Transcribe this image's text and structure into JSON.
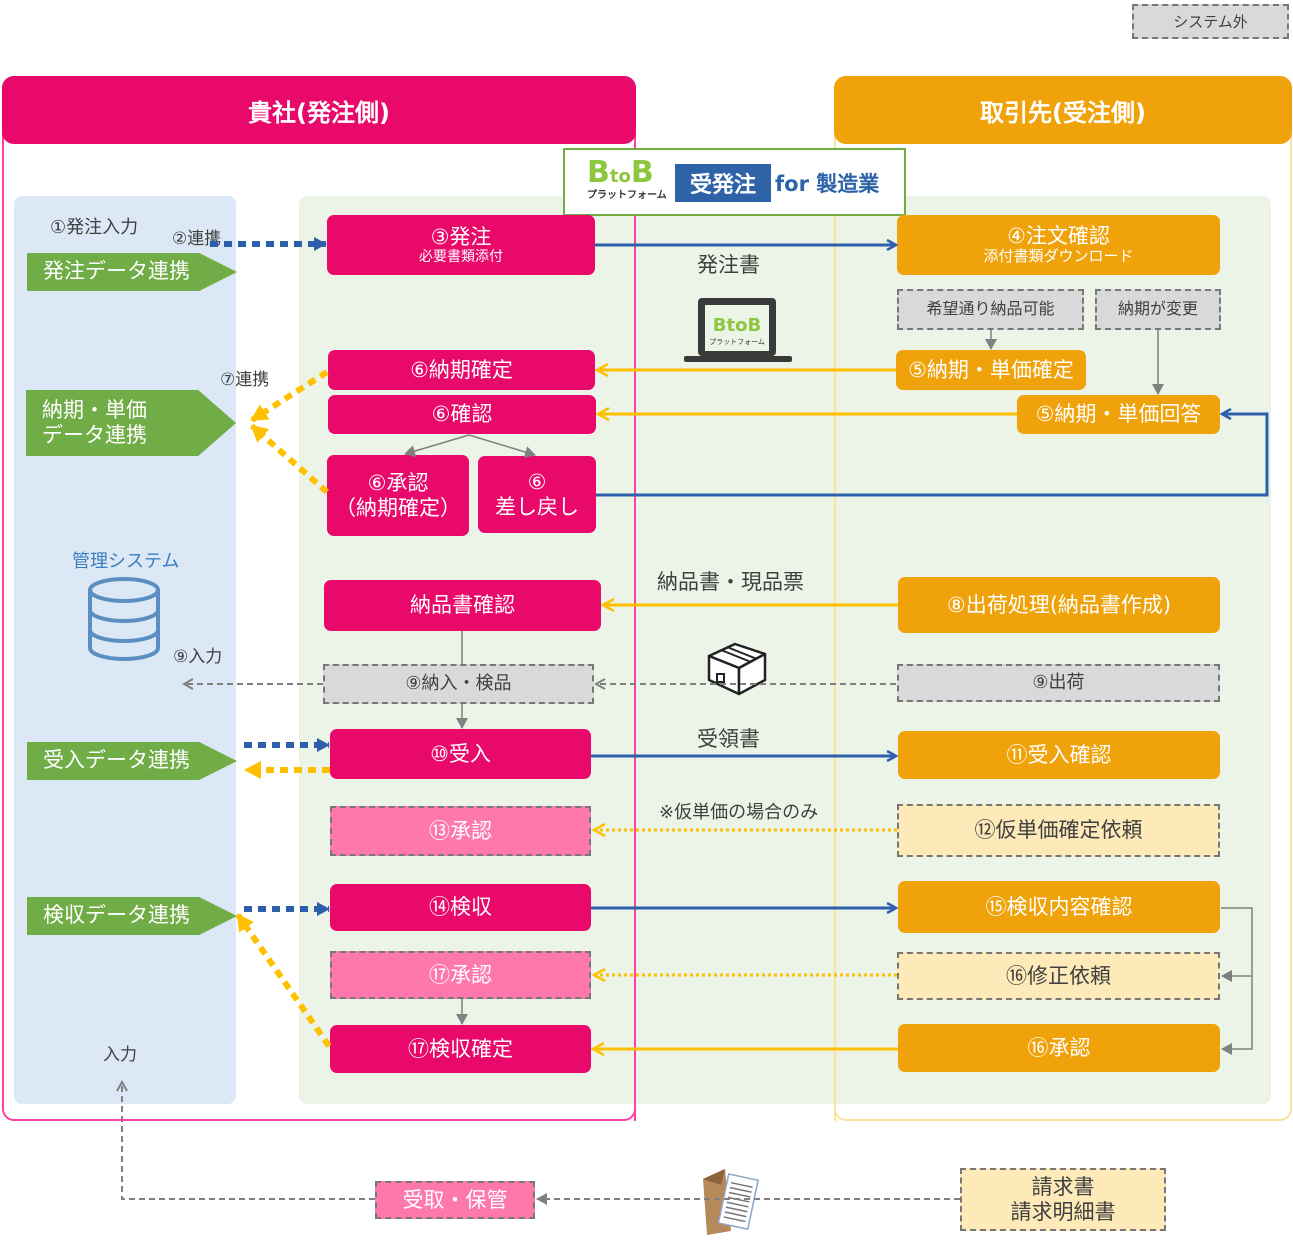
{
  "legend": {
    "system_outside": "システム外"
  },
  "lanes": {
    "buyer": {
      "title": "貴社(発注側)",
      "color": "#e8096a"
    },
    "supplier": {
      "title": "取引先(受注側)",
      "color": "#f0a20a"
    }
  },
  "logo": {
    "btob_b1": "B",
    "btob_to": "to",
    "btob_b2": "B",
    "btob_sub": "プラットフォーム",
    "product": "受発注",
    "suffix": "for 製造業"
  },
  "mgmt": {
    "order_input": "①発注入力",
    "link2": "②連携",
    "order_data_link": "発注データ連携",
    "link7": "⑦連携",
    "delivery_price_link": [
      "納期・単価",
      "データ連携"
    ],
    "system_label": "管理システム",
    "input9": "⑨入力",
    "receive_data_link": "受入データ連携",
    "inspection_data_link": "検収データ連携",
    "input": "入力"
  },
  "buyer_steps": {
    "order": {
      "title": "③発注",
      "sub": "必要書類添付"
    },
    "delivery_confirm": "⑥納期確定",
    "confirm": "⑥確認",
    "approve": [
      "⑥承認",
      "（納期確定）"
    ],
    "sendback": [
      "⑥",
      "差し戻し"
    ],
    "delivery_note_check": "納品書確認",
    "delivery_inspect": "⑨納入・検品",
    "receive": "⑩受入",
    "approve13": "⑬承認",
    "inspection": "⑭検収",
    "approve17": "⑰承認",
    "inspection_confirm": "⑰検収確定",
    "receive_store": "受取・保管"
  },
  "supplier_steps": {
    "order_check": {
      "title": "④注文確認",
      "sub": "添付書類ダウンロード"
    },
    "as_requested": "希望通り納品可能",
    "date_changed": "納期が変更",
    "delivery_fixed": "⑤納期・単価確定",
    "delivery_answer": "⑤納期・単価回答",
    "shipping_process": "⑧出荷処理(納品書作成)",
    "ship": "⑨出荷",
    "receive_check": "⑪受入確認",
    "temp_price_request": "⑫仮単価確定依頼",
    "inspection_check": "⑮検収内容確認",
    "fix_request": "⑯修正依頼",
    "approve16": "⑯承認",
    "invoice": [
      "請求書",
      "請求明細書"
    ]
  },
  "flow_labels": {
    "purchase_order": "発注書",
    "delivery_note": "納品書・現品票",
    "receipt": "受領書",
    "temp_price_only": "※仮単価の場合のみ"
  },
  "colors": {
    "pink": "#e8096a",
    "light_pink": "#ff78ac",
    "orange": "#f0a20a",
    "light_yellow": "#fdeab8",
    "green": "#70ad47",
    "blue_arrow": "#2e5fac",
    "yellow_arrow": "#ffc000",
    "gray": "#d9d9d9",
    "system_blue": "#dce8f5",
    "platform_green": "#ebf4e7"
  }
}
